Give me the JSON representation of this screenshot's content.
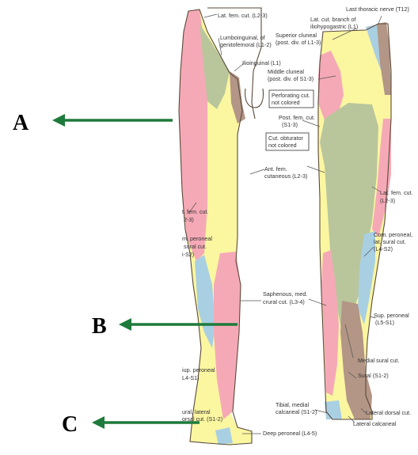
{
  "colors": {
    "pink": "#f5a9b6",
    "yellow": "#fbf6a0",
    "green": "#b9c69c",
    "blue": "#a9cfe3",
    "brown": "#b39686",
    "arrow": "#1e7a3a"
  },
  "callouts": {
    "a": "A",
    "b": "B",
    "c": "C"
  },
  "anterior_labels": {
    "lat_fem_top": "Lat. fem. cut. (L2-3)",
    "lumboinguinal_1": "Lumboinguinal, of",
    "lumboinguinal_2": "genitofemoral (L1-2)",
    "ilioinguinal": "Ilioinguinal (L1)",
    "perforating_1": "Perforating cut.",
    "perforating_2": "not colored",
    "obturator_1": "Cut. obturator",
    "obturator_2": "not colored",
    "ant_fem_1": "Ant. fem.",
    "ant_fem_2": "cutaneous (L2-3)",
    "lat_fem_side_1": "t. fem. cut.",
    "lat_fem_side_2": "2-3)",
    "com_peroneal_1": "m. peroneal",
    "com_peroneal_2": "sural cut.",
    "com_peroneal_3": "i-S2)",
    "saphenous_1": "Saphenous, med.",
    "saphenous_2": "crural cut. (L3-4)",
    "sup_peroneal_1": "iup. peroneal",
    "sup_peroneal_2": "L4-S1)",
    "sural_lat_1": "ural, lateral",
    "sural_lat_2": "orsal cut. (S1-2)",
    "deep_peroneal": "Deep peroneal (L4-5)"
  },
  "posterior_labels": {
    "last_thoracic": "Last thoracic nerve (T12)",
    "lat_cut_branch_1": "Lat. cut. branch of",
    "lat_cut_branch_2": "iliohypogastric (L1)",
    "sup_cluneal_1": "Superior cluneal",
    "sup_cluneal_2": "(post. div. of L1-3)",
    "mid_cluneal_1": "Middle cluneal",
    "mid_cluneal_2": "(post. div. of S1-3)",
    "post_fem_1": "Post. fem. cut.",
    "post_fem_2": "(S1-3)",
    "lat_fem_1": "Lat. fem. cut.",
    "lat_fem_2": "(L2-3)",
    "com_peroneal_1": "Com. peroneal,",
    "com_peroneal_2": "lat. sural cut.",
    "com_peroneal_3": "(L4-S2)",
    "sup_peroneal_1": "Sup. peroneal",
    "sup_peroneal_2": "(L5-S1)",
    "medial_sural": "Medial sural cut.",
    "sural": "Sural (S1-2)",
    "tibial_1": "Tibial, medial",
    "tibial_2": "calcaneal (S1-2)",
    "lat_dorsal": "Lateral dorsal cut.",
    "lat_calcaneal": "Lateral calcaneal"
  }
}
